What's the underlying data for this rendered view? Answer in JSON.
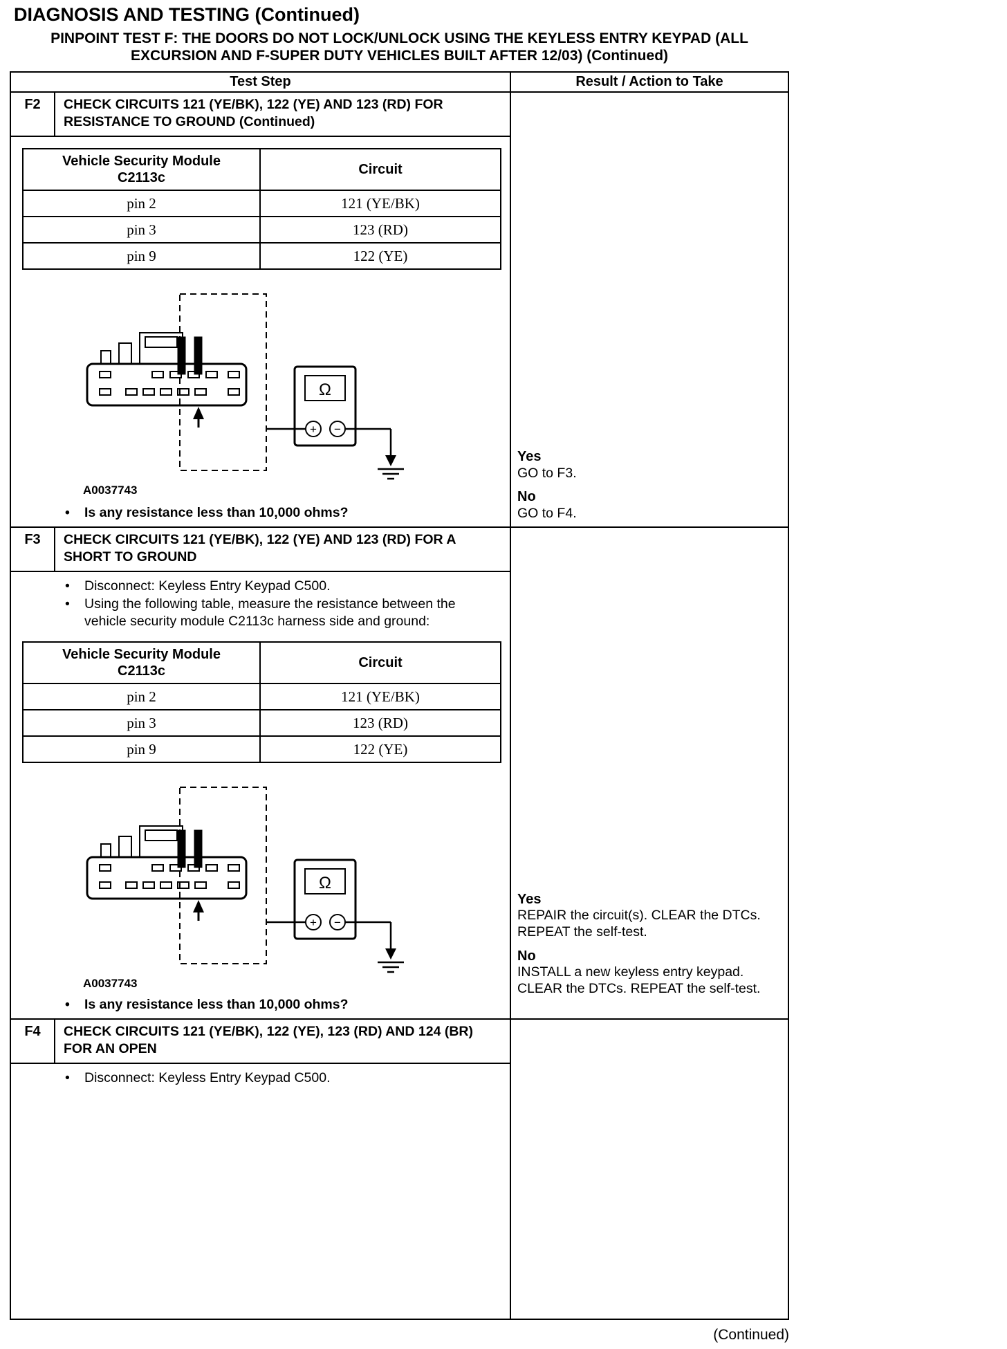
{
  "page": {
    "title": "DIAGNOSIS AND TESTING (Continued)",
    "subtitle": "PINPOINT TEST F: THE DOORS DO NOT LOCK/UNLOCK USING THE KEYLESS ENTRY KEYPAD (ALL EXCURSION AND F-SUPER DUTY VEHICLES BUILT AFTER 12/03) (Continued)",
    "continued_note": "(Continued)"
  },
  "diagram": {
    "ohm_symbol": "Ω",
    "plus_terminal": "+",
    "minus_terminal": "−"
  },
  "table": {
    "header": {
      "test_step": "Test Step",
      "result": "Result / Action to Take"
    },
    "steps": [
      {
        "id": "F2",
        "title": "CHECK CIRCUITS 121 (YE/BK), 122 (YE) AND 123 (RD) FOR RESISTANCE TO GROUND (Continued)",
        "pin_table": {
          "module_header": "Vehicle Security Module",
          "module_connector": "C2113c",
          "circuit_header": "Circuit",
          "rows": [
            {
              "pin": "pin 2",
              "circuit": "121 (YE/BK)"
            },
            {
              "pin": "pin 3",
              "circuit": "123 (RD)"
            },
            {
              "pin": "pin 9",
              "circuit": "122 (YE)"
            }
          ]
        },
        "figure_label": "A0037743",
        "question": "Is any resistance less than 10,000 ohms?",
        "results": [
          {
            "answer": "Yes",
            "action": "GO to F3."
          },
          {
            "answer": "No",
            "action": "GO to F4."
          }
        ]
      },
      {
        "id": "F3",
        "title": "CHECK CIRCUITS 121 (YE/BK), 122 (YE) AND 123 (RD) FOR A SHORT TO GROUND",
        "bullets": [
          "Disconnect: Keyless Entry Keypad C500.",
          "Using the following table, measure the resistance between the vehicle security module C2113c harness side and ground:"
        ],
        "pin_table": {
          "module_header": "Vehicle Security Module",
          "module_connector": "C2113c",
          "circuit_header": "Circuit",
          "rows": [
            {
              "pin": "pin 2",
              "circuit": "121 (YE/BK)"
            },
            {
              "pin": "pin 3",
              "circuit": "123 (RD)"
            },
            {
              "pin": "pin 9",
              "circuit": "122 (YE)"
            }
          ]
        },
        "figure_label": "A0037743",
        "question": "Is any resistance less than 10,000 ohms?",
        "results": [
          {
            "answer": "Yes",
            "action": "REPAIR the circuit(s). CLEAR the DTCs. REPEAT the self-test."
          },
          {
            "answer": "No",
            "action": "INSTALL a new keyless entry keypad. CLEAR the DTCs. REPEAT the self-test."
          }
        ]
      },
      {
        "id": "F4",
        "title": "CHECK CIRCUITS 121 (YE/BK), 122 (YE), 123 (RD) AND 124 (BR) FOR AN OPEN",
        "bullets": [
          "Disconnect: Keyless Entry Keypad C500."
        ]
      }
    ]
  }
}
